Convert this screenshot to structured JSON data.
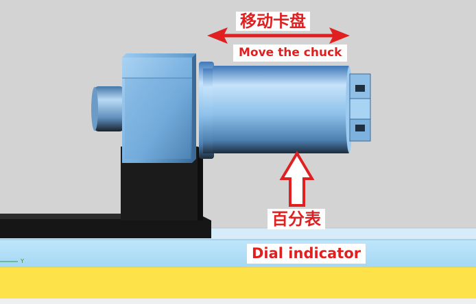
{
  "annotations": {
    "top_cn": "移动卡盘",
    "top_en": "Move the chuck",
    "bottom_cn": "百分表",
    "bottom_en": "Dial indicator"
  },
  "axis": {
    "label": "Y"
  },
  "colors": {
    "annotation_red": "#e02020",
    "background": "#d3d3d3",
    "bed_blue": "#aadcf5",
    "floor_yellow": "#fde24a",
    "machine_black": "#1b1b1b",
    "chuck_blue": "#7ab6e8"
  },
  "icons": {
    "move_arrow": "double-headed-arrow-icon",
    "indicator_arrow": "hollow-up-arrow-icon"
  }
}
